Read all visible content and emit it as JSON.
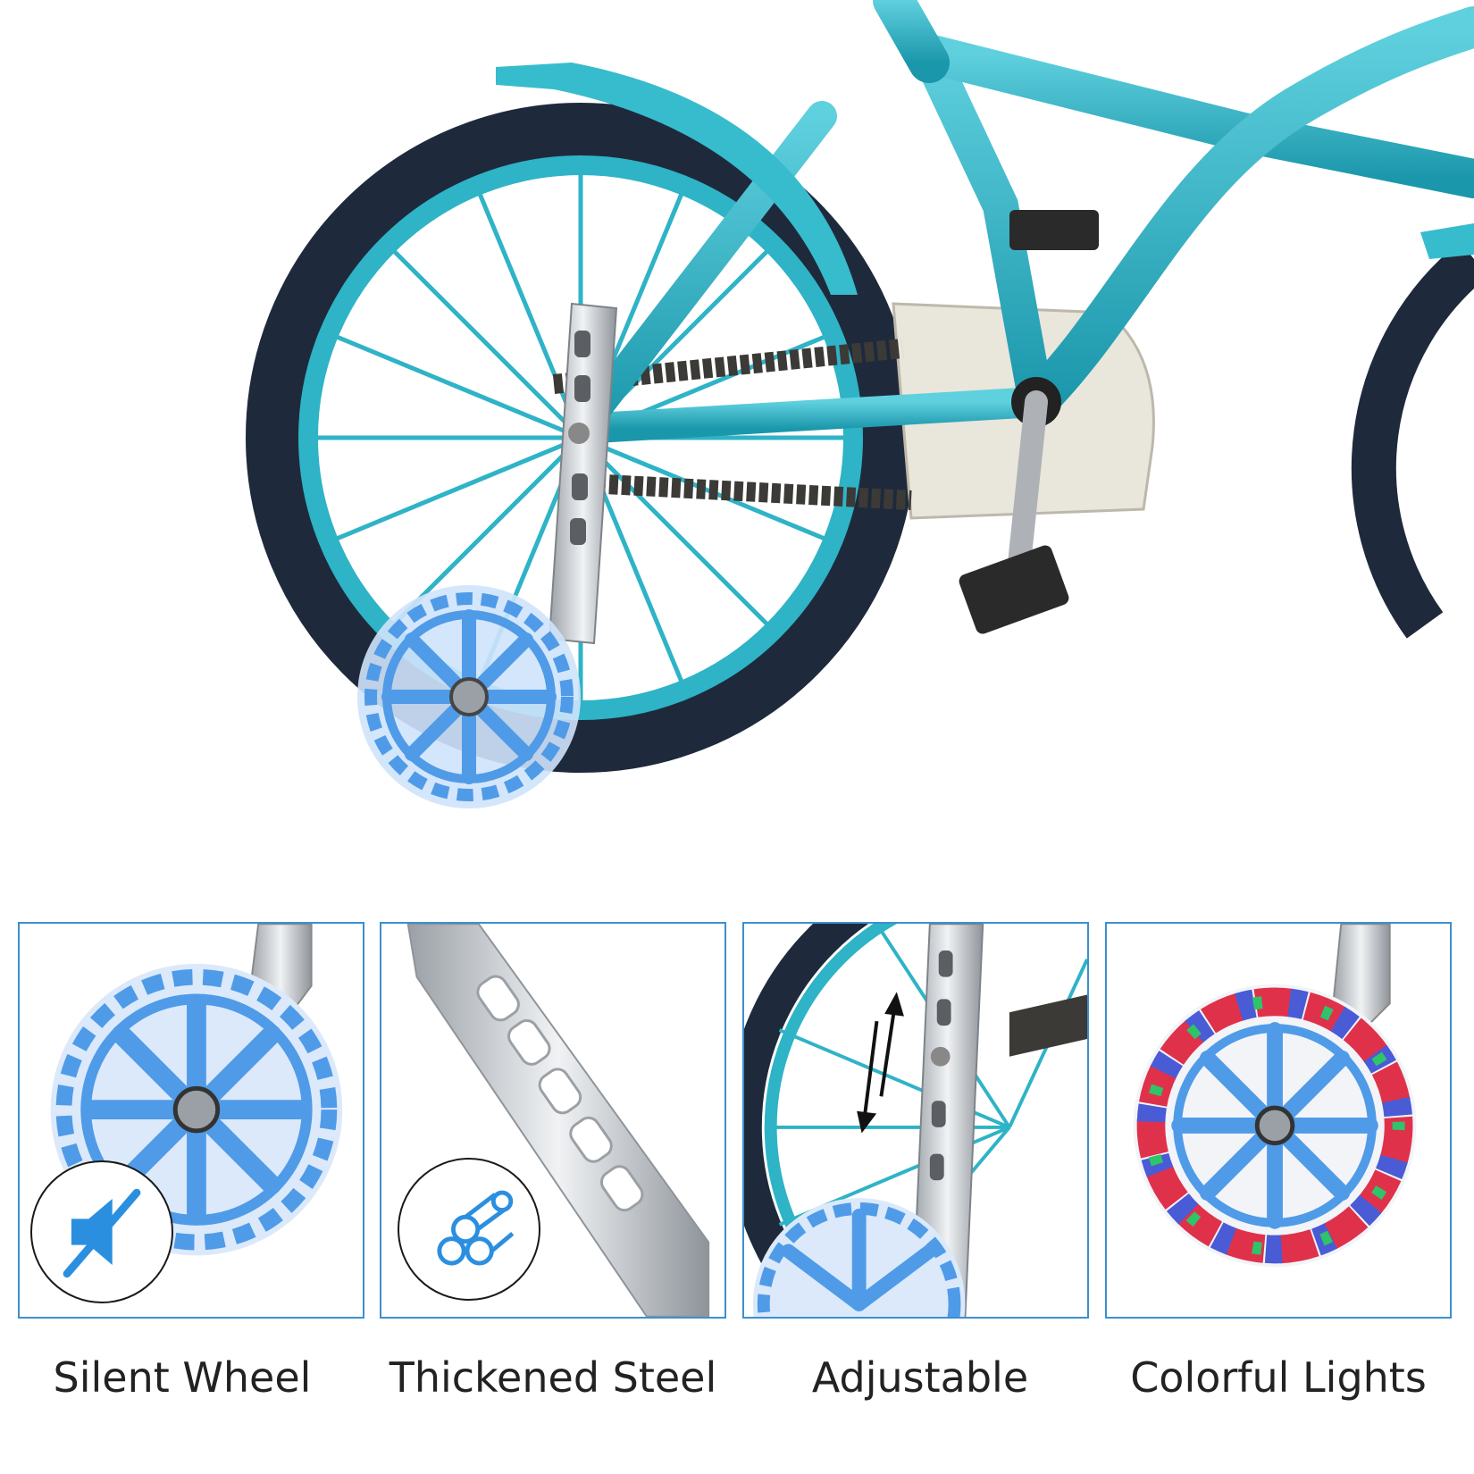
{
  "features": [
    {
      "label": "Silent Wheel",
      "icon": "muted-speaker-icon"
    },
    {
      "label": "Thickened Steel",
      "icon": "steel-tubes-icon"
    },
    {
      "label": "Adjustable",
      "icon": "up-down-arrows-icon"
    },
    {
      "label": "Colorful Lights",
      "icon": "led-light-ring-icon"
    }
  ],
  "colors": {
    "frame": "#2fb3c6",
    "tire": "#1e2a3c",
    "wheel_blue": "#4f9be8",
    "panel_border": "#3c8fd0",
    "badge_icon": "#2b8fe0"
  }
}
